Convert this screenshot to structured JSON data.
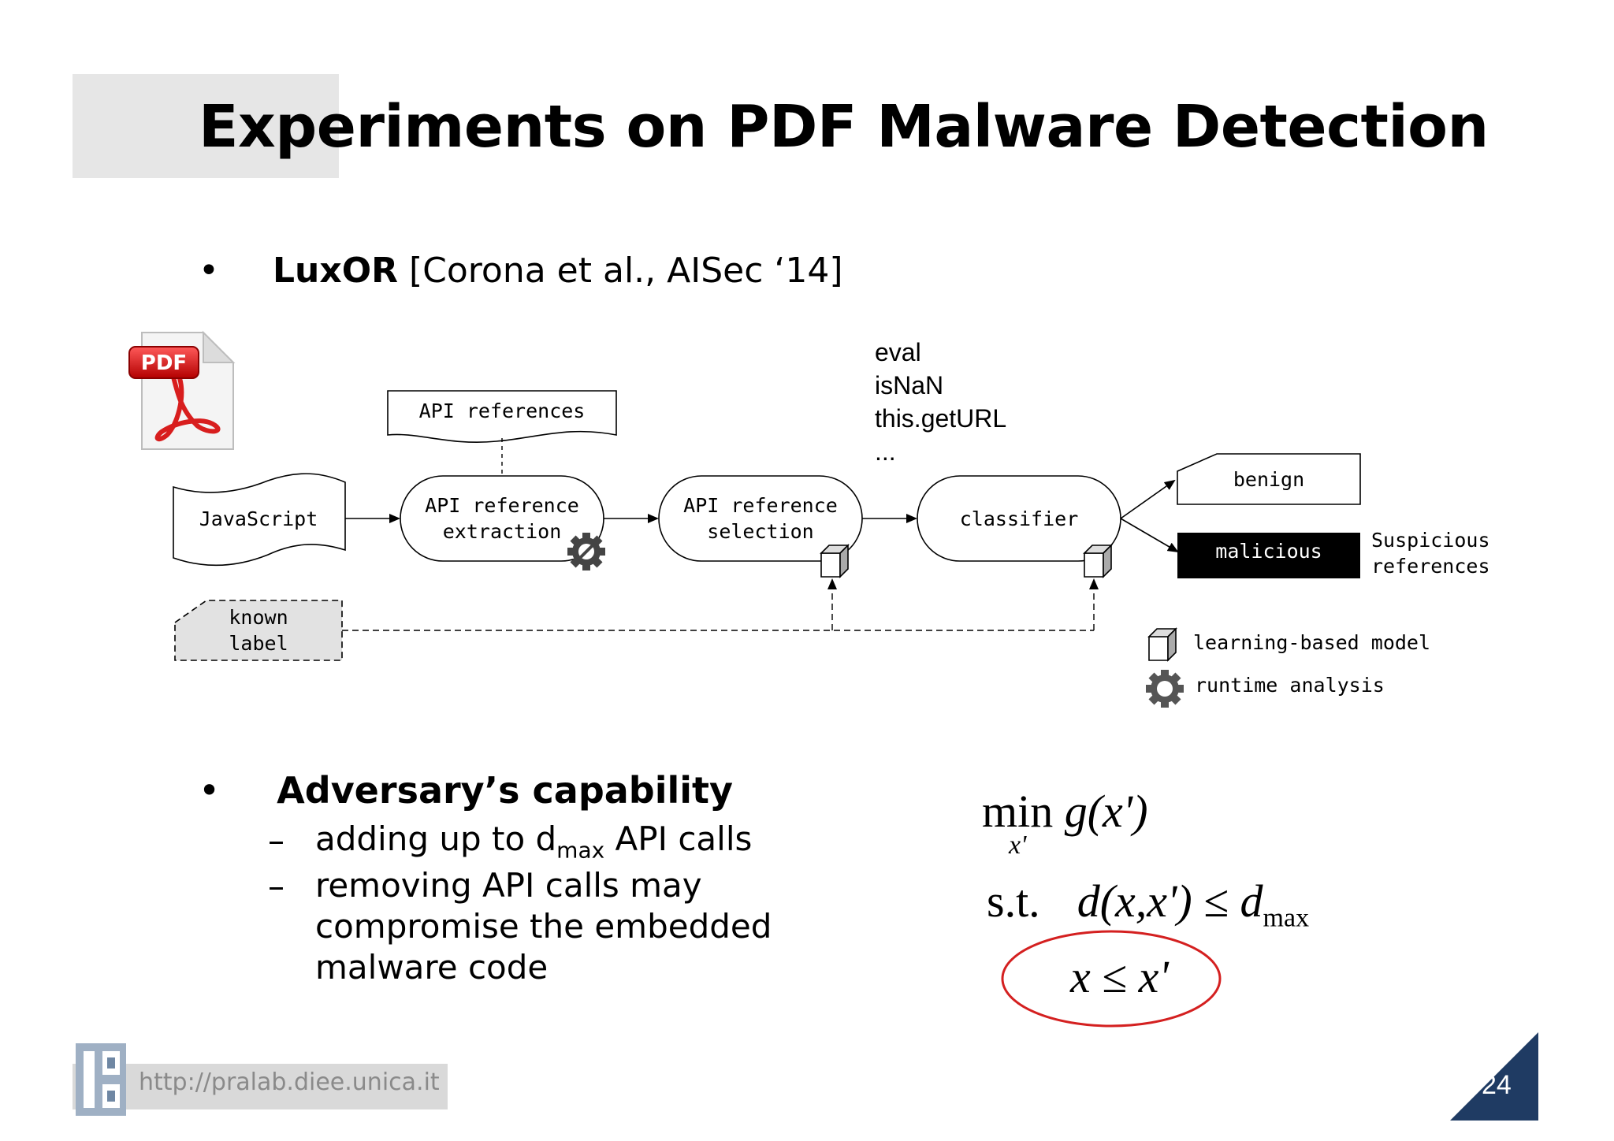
{
  "slide": {
    "title": "Experiments on PDF Malware Detection",
    "bullet_symbol": "•",
    "bullet1": {
      "name": "LuxOR",
      "citation": "[Corona et al., AISec ‘14]"
    },
    "bullet2": {
      "heading": "Adversary’s capability",
      "dash": "–",
      "item1_pre": "adding up to d",
      "item1_sub": "max",
      "item1_post": " API calls",
      "item2_line1": "removing API calls may",
      "item2_line2": "compromise the embedded",
      "item2_line3": "malware code"
    }
  },
  "diagram": {
    "pdf_icon_label": "PDF",
    "api_references": "API references",
    "javascript": "JavaScript",
    "extraction_line1": "API reference",
    "extraction_line2": "extraction",
    "selection_line1": "API reference",
    "selection_line2": "selection",
    "classifier": "classifier",
    "benign": "benign",
    "malicious": "malicious",
    "suspicious_line1": "Suspicious",
    "suspicious_line2": "references",
    "known_label_line1": "known",
    "known_label_line2": "label",
    "legend_model": "learning-based model",
    "legend_runtime": "runtime analysis",
    "api_examples": [
      "eval",
      "isNaN",
      "this.getURL",
      "..."
    ]
  },
  "formula": {
    "min": "min",
    "objective": "g(x')",
    "min_sub": "x'",
    "st": "s.t.",
    "constraint": "d(x,x') ≤ d",
    "constraint_sub": "max",
    "circled": "x ≤ x'"
  },
  "footer": {
    "url": "http://pralab.diee.unica.it",
    "page": "24"
  },
  "colors": {
    "accent": "#1f3b63",
    "circle": "#d42020",
    "malicious_bg": "#000000"
  }
}
